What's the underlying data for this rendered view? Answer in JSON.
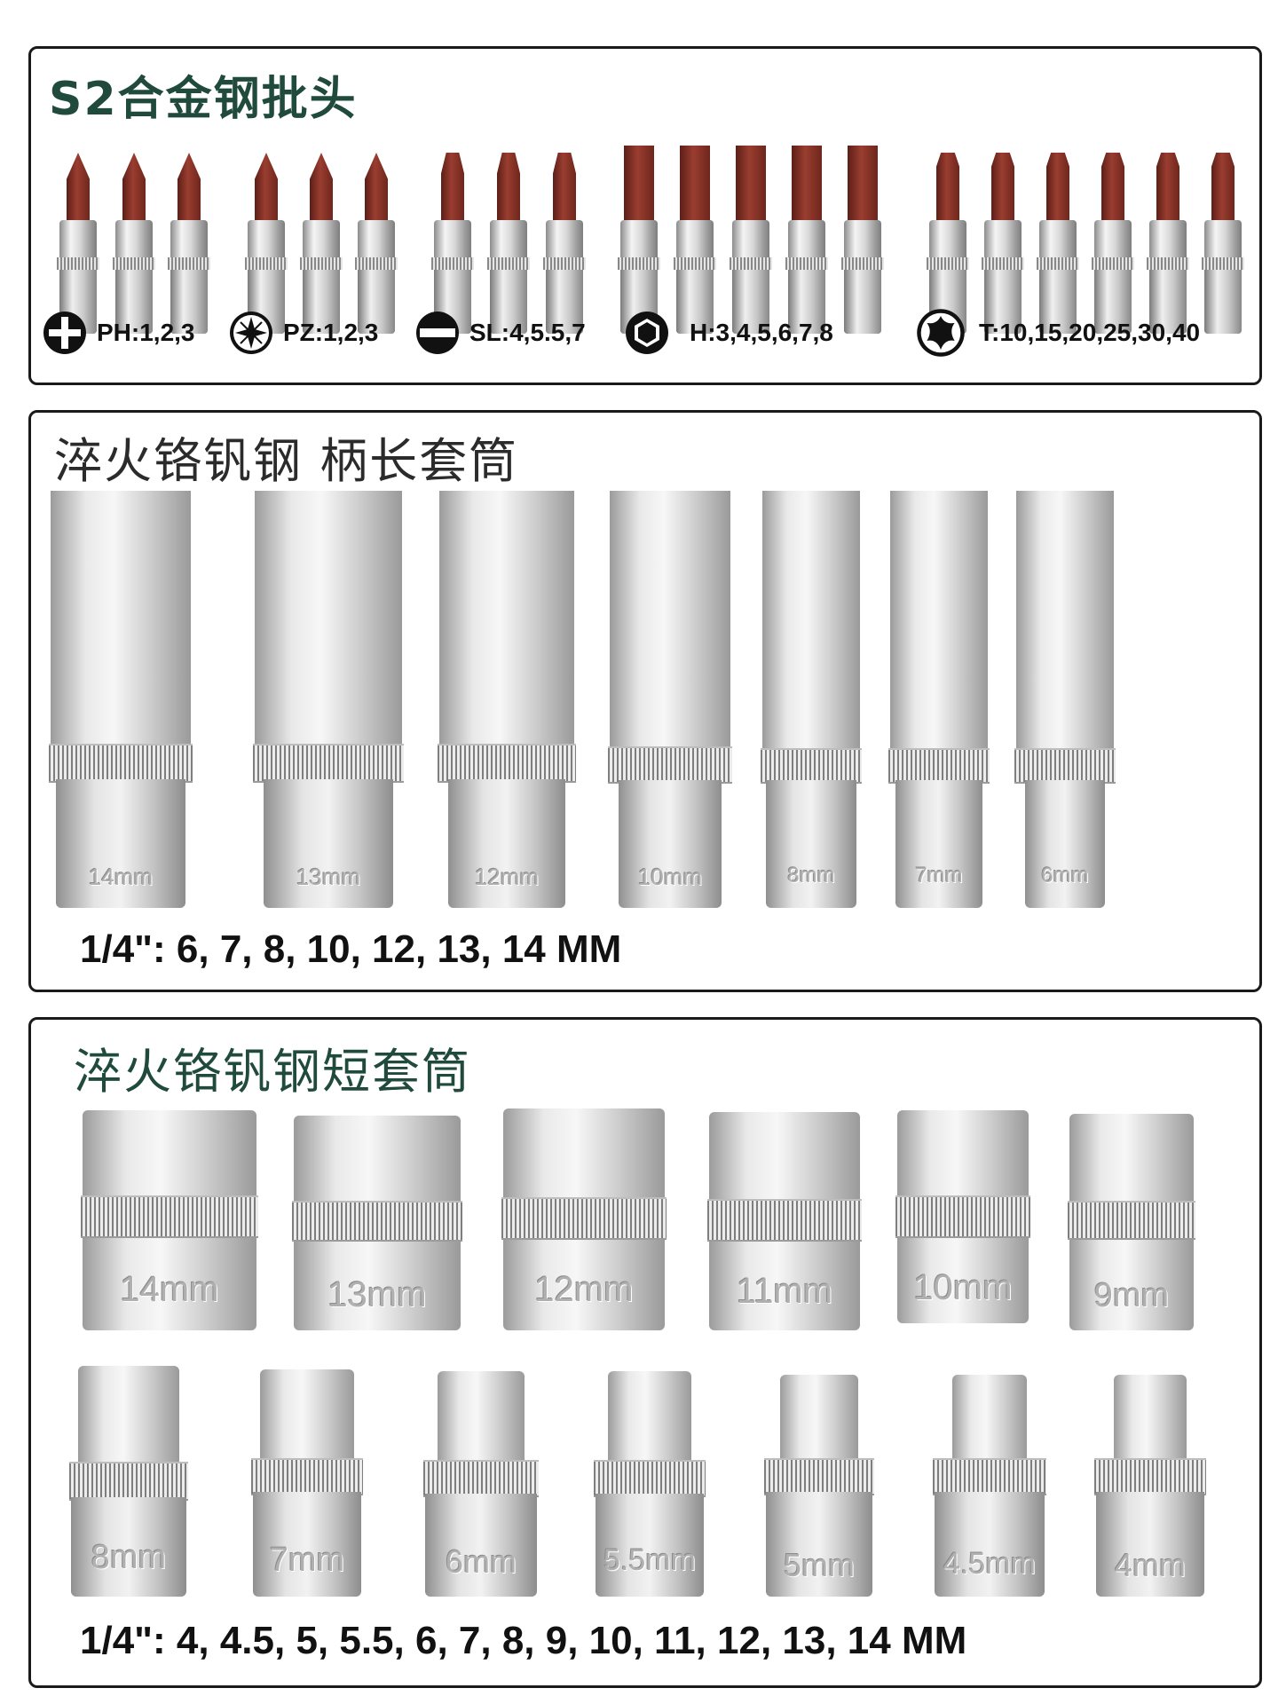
{
  "bits_panel": {
    "title": "S2合金钢批头",
    "legend": [
      {
        "icon": "phillips-icon",
        "label": "PH:1,2,3"
      },
      {
        "icon": "pozidriv-icon",
        "label": "PZ:1,2,3"
      },
      {
        "icon": "slotted-icon",
        "label": "SL:4,5.5,7"
      },
      {
        "icon": "hex-icon",
        "label": "H:3,4,5,6,7,8"
      },
      {
        "icon": "torx-icon",
        "label": "T:10,15,20,25,30,40"
      }
    ],
    "colors": {
      "tip": "#8a3328",
      "chrome": "#d9d9d9",
      "title": "#1f4a3c"
    }
  },
  "deep_panel": {
    "title": "淬火铬钒钢 柄长套筒",
    "sockets": [
      "14mm",
      "13mm",
      "12mm",
      "10mm",
      "8mm",
      "7mm",
      "6mm"
    ],
    "spec": "1/4\": 6, 7, 8, 10, 12, 13, 14 MM"
  },
  "short_panel": {
    "title": "淬火铬钒钢短套筒",
    "row1": [
      "14mm",
      "13mm",
      "12mm",
      "11mm",
      "10mm",
      "9mm"
    ],
    "row2": [
      "8mm",
      "7mm",
      "6mm",
      "5.5mm",
      "5mm",
      "4.5mm",
      "4mm"
    ],
    "spec": "1/4\": 4, 4.5, 5, 5.5, 6, 7, 8, 9, 10, 11, 12, 13, 14 MM"
  }
}
